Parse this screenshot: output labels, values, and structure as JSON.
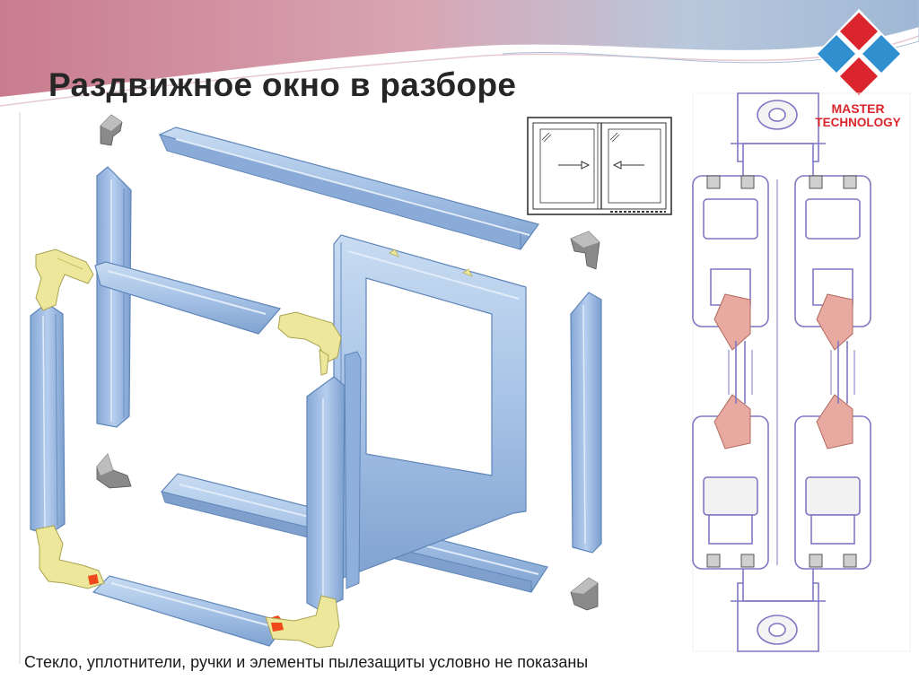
{
  "slide": {
    "title": "Раздвижное окно в разборе",
    "caption": "Стекло, уплотнители, ручки и элементы пылезащиты условно не показаны"
  },
  "logo": {
    "line1": "MASTER",
    "line2": "TECHNOLOGY"
  },
  "colors": {
    "profile_blue": "#a9c6e8",
    "profile_edge": "#5f86b8",
    "connector_yellow": "#ece79a",
    "logo_red": "#d9252b",
    "logo_blue": "#2f8fcf",
    "section_purple": "#7f77c4",
    "seal_pink": "#e8a9a0"
  }
}
